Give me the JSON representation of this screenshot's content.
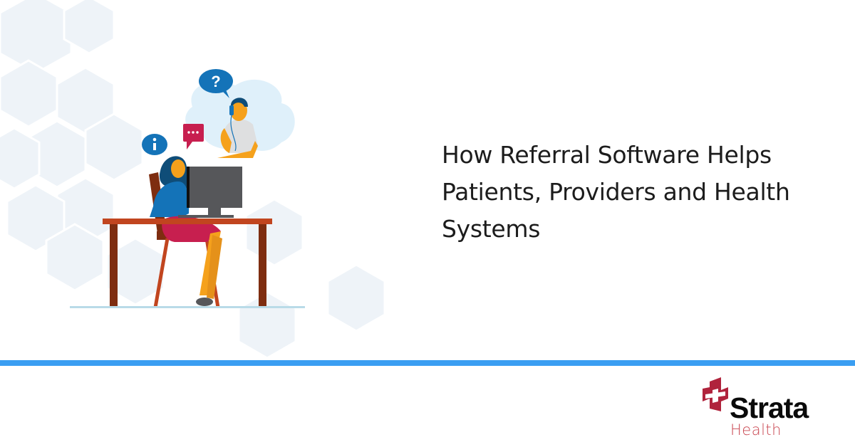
{
  "headline": "How Referral Software Helps Patients, Providers and Health Systems",
  "logo": {
    "brand": "Strata",
    "sub": "Health"
  },
  "colors": {
    "accent_bar": "#3a9ef2",
    "logo_red": "#b0233c",
    "hexagon": "#eef3f8"
  },
  "illustration": {
    "icons": [
      "question-bubble-icon",
      "info-bubble-icon",
      "chat-bubble-icon"
    ]
  }
}
